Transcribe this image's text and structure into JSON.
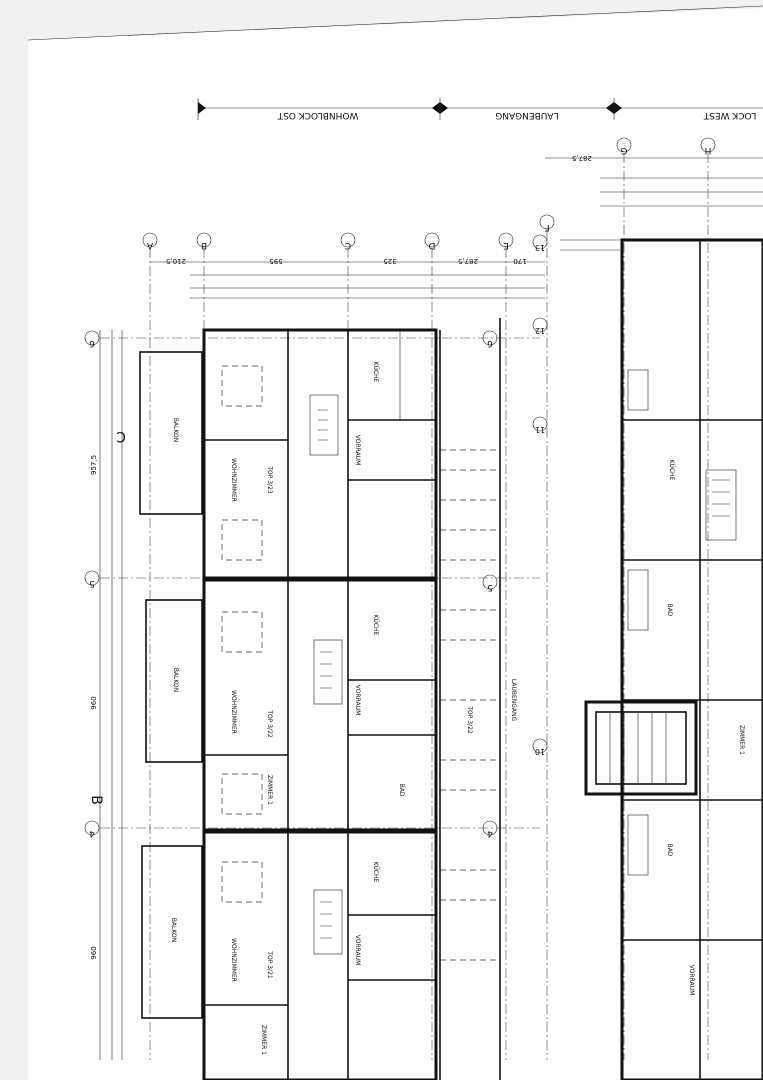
{
  "sections": {
    "wohnblock_ost": "WOHNBLOCK OST",
    "laubengang": "LAUBENGANG",
    "wohnblock_west": "LOCK WEST"
  },
  "axes": {
    "A": "A",
    "B": "B",
    "C": "C",
    "D": "D",
    "E": "E",
    "F": "F",
    "G": "G",
    "H": "H",
    "n4": "4",
    "n5": "5",
    "n6": "6",
    "n10": "10",
    "n11": "11",
    "n12": "12",
    "n13": "13",
    "n4b": "4",
    "n5b": "5",
    "n6b": "6"
  },
  "dims": {
    "d2105": "210,5",
    "d595": "595",
    "d325": "325",
    "d2875a": "287,5",
    "d2875b": "287,5",
    "d170": "170",
    "d9575": "957,5",
    "d960a": "960",
    "d960b": "960"
  },
  "section_marks": {
    "b": "B",
    "c": "C"
  },
  "rooms": {
    "balkon": "BALKON",
    "wohnzimmer": "WOHNZIMMER",
    "top323": "TOP 3/23",
    "top322": "TOP 3/22",
    "top321": "TOP 3/21",
    "kueche": "KÜCHE",
    "vorraum": "VORRAUM",
    "zimmer1": "ZIMMER 1",
    "bad": "BAD",
    "laubengang_label": "LAUBENGANG",
    "top322b": "TOP 3/22"
  }
}
